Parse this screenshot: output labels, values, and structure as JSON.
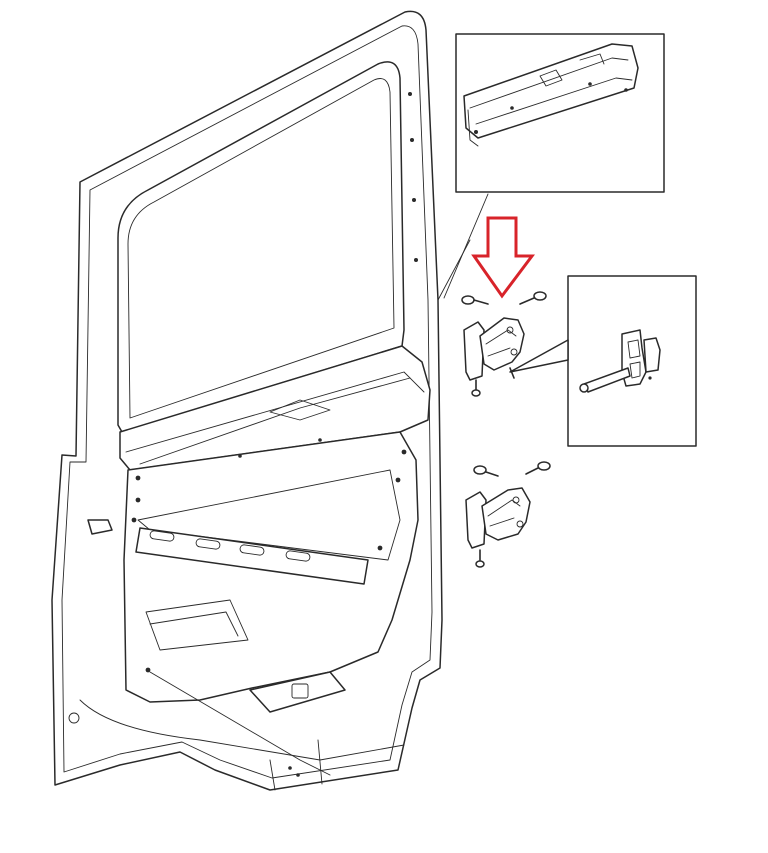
{
  "diagram": {
    "background": "#ffffff",
    "line_color": "#2a2a2a",
    "fill_color": "#ffffff",
    "accent_color": "#d8232a",
    "arrow": {
      "direction": "down",
      "color": "#d8232a"
    },
    "parts": [
      {
        "name": "door-frame-panel"
      },
      {
        "name": "upper-hinge"
      },
      {
        "name": "lower-hinge"
      },
      {
        "name": "door-check-strap"
      },
      {
        "name": "upper-reinforcement-bracket"
      }
    ],
    "detail_views": [
      {
        "name": "reinforcement-bracket-detail"
      },
      {
        "name": "check-strap-detail"
      }
    ]
  }
}
